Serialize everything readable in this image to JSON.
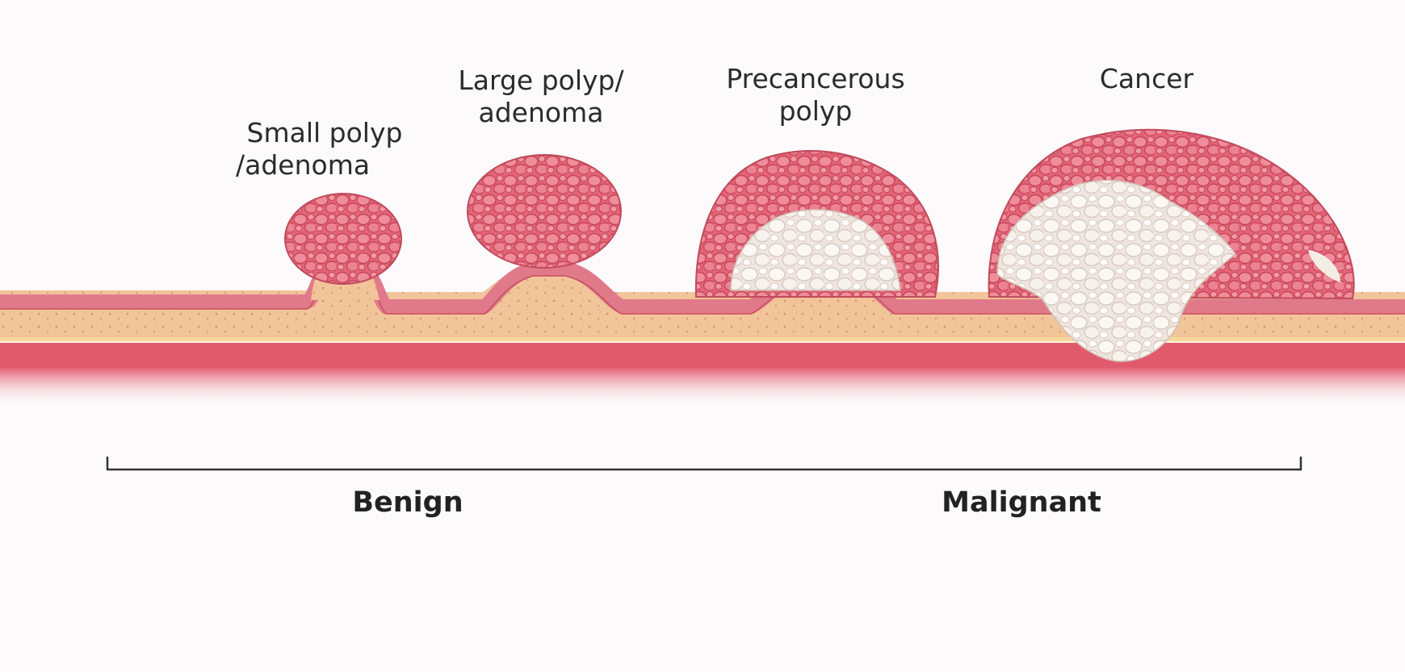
{
  "stages": [
    {
      "line1": "Small polyp",
      "line2": "/adenoma"
    },
    {
      "line1": "Large polyp/",
      "line2": "adenoma"
    },
    {
      "line1": "Precancerous",
      "line2": "polyp"
    },
    {
      "line1": "Cancer",
      "line2": ""
    }
  ],
  "scale": {
    "left_label": "Benign",
    "right_label": "Malignant"
  },
  "colors": {
    "mucosa": "#e07a8a",
    "submucosa": "#f2c49a",
    "muscle": "#e15a6c",
    "polyp": "#e26578",
    "tumor": "#f2ece4",
    "scale_line": "#333333"
  }
}
